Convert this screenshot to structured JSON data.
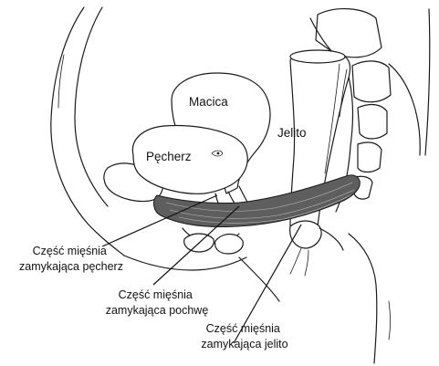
{
  "labels": {
    "uterus": "Macica",
    "bladder": "Pęcherz",
    "bowel": "Jelito",
    "bladder_muscle_line1": "Część mięśnia",
    "bladder_muscle_line2": "zamykająca pęcherz",
    "vagina_muscle_line1": "Część mięśnia",
    "vagina_muscle_line2": "zamykająca pochwę",
    "bowel_muscle_line1": "Część mięśnia",
    "bowel_muscle_line2": "zamykająca jelito"
  },
  "colors": {
    "outline": "#1a1a1a",
    "muscle_fill": "#5e5e5e",
    "background": "#ffffff"
  }
}
